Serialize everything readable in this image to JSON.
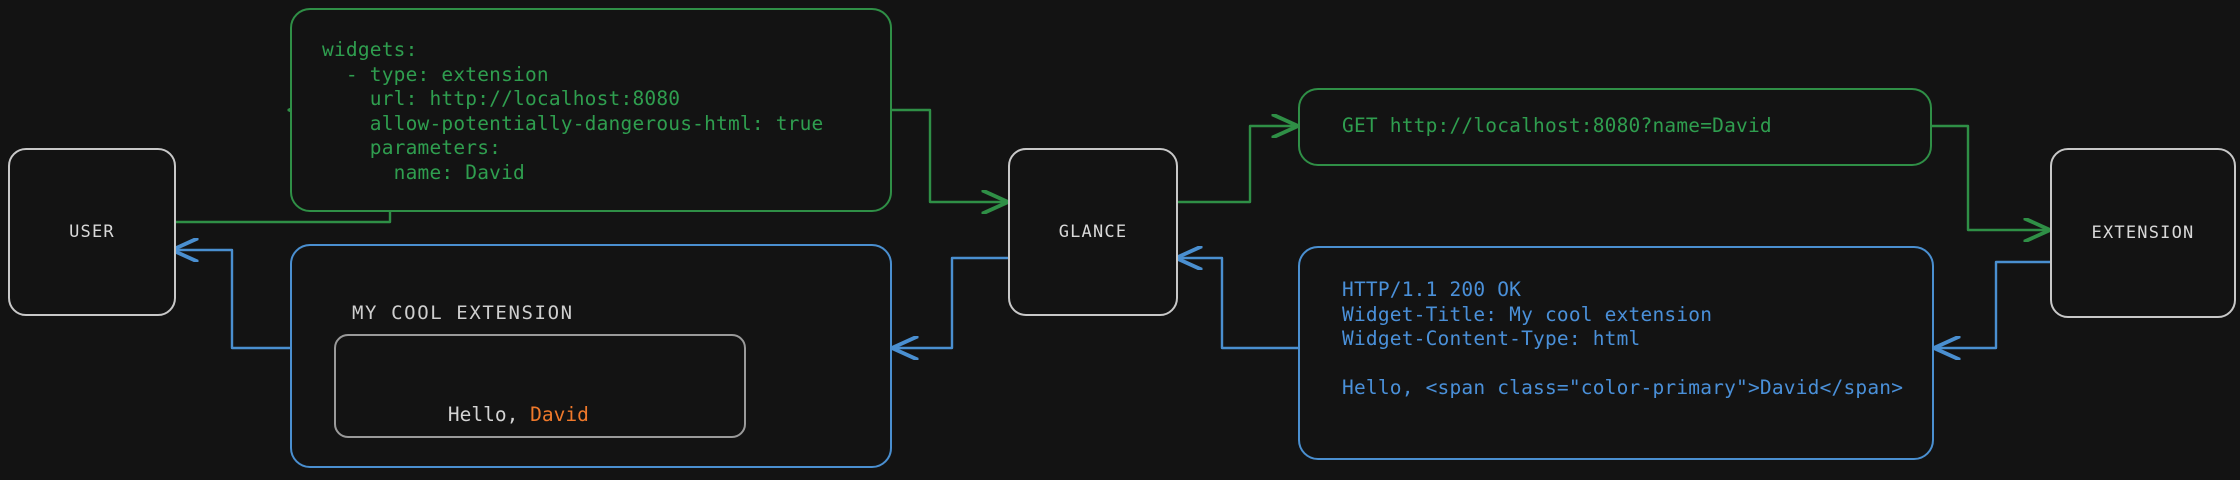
{
  "theme": {
    "background": "#131313",
    "node_border": "#c8c8c8",
    "node_text": "#d8d8d8",
    "request_color": "#2f9e4f",
    "response_color": "#4a90d9",
    "accent_color": "#f0792b",
    "inner_card_border": "#9a9a9a"
  },
  "nodes": [
    {
      "id": "user",
      "label": "USER"
    },
    {
      "id": "glance",
      "label": "GLANCE"
    },
    {
      "id": "extension",
      "label": "EXTENSION"
    }
  ],
  "panels": {
    "config": {
      "kind": "request",
      "text": "widgets:\n  - type: extension\n    url: http://localhost:8080\n    allow-potentially-dangerous-html: true\n    parameters:\n      name: David"
    },
    "request": {
      "kind": "request",
      "text": "GET http://localhost:8080?name=David"
    },
    "response": {
      "kind": "response",
      "text": "HTTP/1.1 200 OK\nWidget-Title: My cool extension\nWidget-Content-Type: html\n\nHello, <span class=\"color-primary\">David</span>"
    },
    "widget_preview": {
      "kind": "response",
      "title": "MY COOL EXTENSION",
      "greeting_prefix": "Hello, ",
      "greeting_name": "David"
    }
  },
  "edges": [
    {
      "id": "user-to-config",
      "kind": "request",
      "from": "user",
      "to": "config"
    },
    {
      "id": "config-to-glance",
      "kind": "request",
      "from": "config",
      "to": "glance"
    },
    {
      "id": "glance-to-request",
      "kind": "request",
      "from": "glance",
      "to": "request"
    },
    {
      "id": "request-to-extension",
      "kind": "request",
      "from": "request",
      "to": "extension"
    },
    {
      "id": "extension-to-response",
      "kind": "response",
      "from": "extension",
      "to": "response"
    },
    {
      "id": "response-to-glance",
      "kind": "response",
      "from": "response",
      "to": "glance"
    },
    {
      "id": "glance-to-widget",
      "kind": "response",
      "from": "glance",
      "to": "widget_preview"
    },
    {
      "id": "widget-to-user",
      "kind": "response",
      "from": "widget_preview",
      "to": "user"
    }
  ]
}
